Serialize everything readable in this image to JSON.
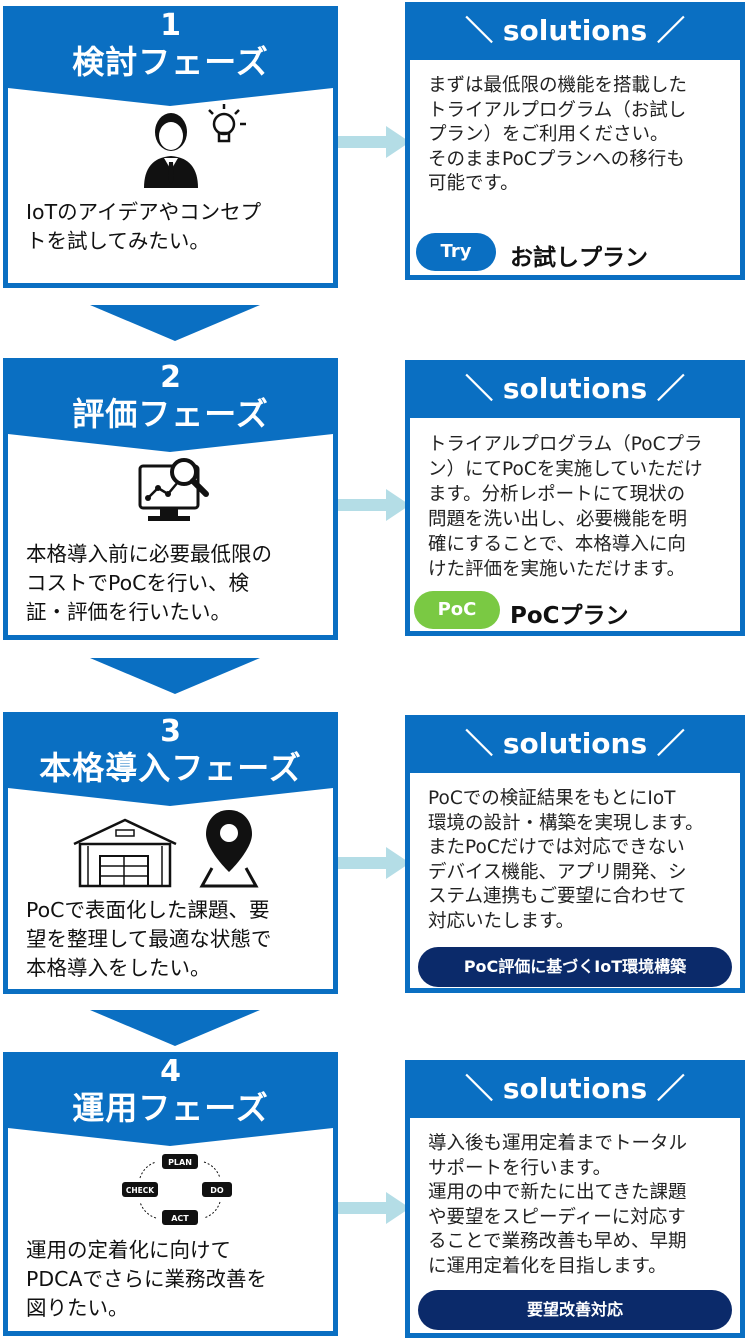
{
  "colors": {
    "primary": "#0a6fc2",
    "arrow": "#b4dde6",
    "try_pill": "#0a6fc2",
    "poc_pill": "#7ac943",
    "dark_bar": "#0b2a6a"
  },
  "phases": [
    {
      "number": "1",
      "title": "検討フェーズ",
      "text": "IoTのアイデアやコンセプ\nトを試してみたい。",
      "icons": [
        "person-icon",
        "lightbulb-icon"
      ]
    },
    {
      "number": "2",
      "title": "評価フェーズ",
      "text": "本格導入前に必要最低限の\nコストでPoCを行い、検\n証・評価を行いたい。",
      "icons": [
        "analytics-monitor-icon"
      ]
    },
    {
      "number": "3",
      "title": "本格導入フェーズ",
      "text": "PoCで表面化した課題、要\n望を整理して最適な状態で\n本格導入をしたい。",
      "icons": [
        "warehouse-icon",
        "map-pin-icon"
      ]
    },
    {
      "number": "4",
      "title": "運用フェーズ",
      "text": "運用の定着化に向けて\nPDCAでさらに業務改善を\n図りたい。",
      "icons": [
        "pdca-cycle-icon"
      ],
      "pdca": [
        "PLAN",
        "DO",
        "ACT",
        "CHECK"
      ]
    }
  ],
  "solutions": [
    {
      "header": "＼ solutions ／",
      "text": "まずは最低限の機能を搭載した\nトライアルプログラム（お試し\nプラン）をご利用ください。\nそのままPoCプランへの移行も\n可能です。",
      "badge": "Try",
      "plan": "お試しプラン"
    },
    {
      "header": "＼ solutions ／",
      "text": "トライアルプログラム（PoCプラ\nン）にてPoCを実施していただけ\nます。分析レポートにて現状の\n問題を洗い出し、必要機能を明\n確にすることで、本格導入に向\nけた評価を実施いただけます。",
      "badge": "PoC",
      "plan": "PoCプラン"
    },
    {
      "header": "＼ solutions ／",
      "text": "PoCでの検証結果をもとにIoT\n環境の設計・構築を実現します。\nまたPoCだけでは対応できない\nデバイス機能、アプリ開発、シ\nステム連携もご要望に合わせて\n対応いたします。",
      "bar": "PoC評価に基づくIoT環境構築"
    },
    {
      "header": "＼ solutions ／",
      "text": "導入後も運用定着までトータル\nサポートを行います。\n運用の中で新たに出てきた課題\nや要望をスピーディーに対応す\nることで業務改善も早め、早期\nに運用定着化を目指します。",
      "bar": "要望改善対応"
    }
  ]
}
